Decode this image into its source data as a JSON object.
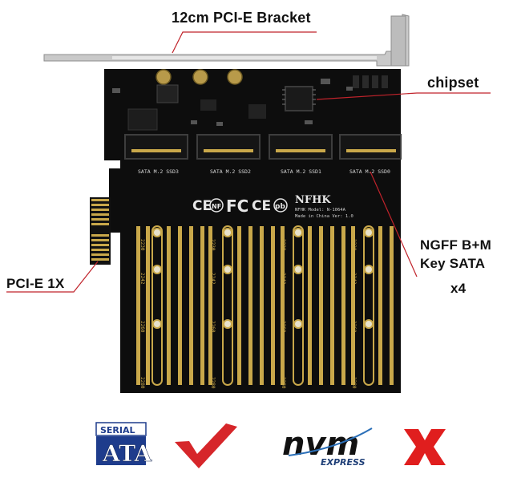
{
  "callouts": {
    "bracket": "12cm PCI-E Bracket",
    "chipset": "chipset",
    "ngff_line1": "NGFF B+M",
    "ngff_line2": "Key SATA",
    "quantity": "x4",
    "pcie": "PCI-E 1X"
  },
  "board": {
    "brand": "NFHK",
    "model_line": "NFHK Model: N-1064A",
    "made_line": "Made in China Ver: 1.0",
    "cert_marks": [
      "CE",
      "NF",
      "FC",
      "CE",
      "pb"
    ],
    "slots": [
      "SATA M.2 SSD3",
      "SATA M.2 SSD2",
      "SATA M.2 SSD1",
      "SATA M.2 SSD0"
    ],
    "length_marks": [
      "2230",
      "2242",
      "2260",
      "2280"
    ]
  },
  "compat": {
    "sata_logo_top": "SERIAL",
    "sata_logo_bottom": "ATA",
    "sata_supported": "check-icon",
    "nvme_logo_main": "nvm",
    "nvme_logo_sub": "EXPRESS",
    "nvme_supported": "x-icon"
  },
  "colors": {
    "board": "#0d0d0d",
    "gold": "#c9a84a",
    "bracket": "#bdbdbd",
    "callout_line": "#c0232b",
    "check": "#d6262a",
    "cross": "#e01e1e",
    "sata_blue": "#1e3c8c"
  }
}
